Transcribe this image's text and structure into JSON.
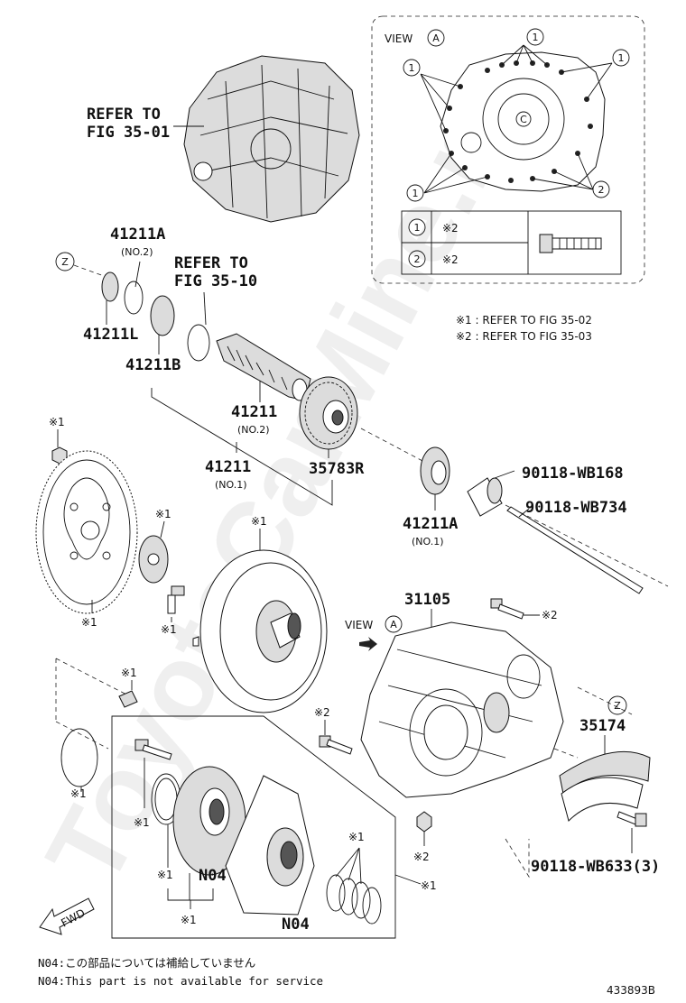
{
  "view_box": {
    "title": "VIEW",
    "letter": "A",
    "callouts": [
      "1",
      "1",
      "1",
      "1",
      "2"
    ],
    "table": [
      {
        "num": "1",
        "mark": "※2"
      },
      {
        "num": "2",
        "mark": "※2"
      }
    ]
  },
  "refer_notes": {
    "fig_35_01_line1": "REFER TO",
    "fig_35_01_line2": "FIG 35-01",
    "fig_35_10_line1": "REFER TO",
    "fig_35_10_line2": "FIG 35-10"
  },
  "references": [
    "※1 : REFER TO FIG 35-02",
    "※2 : REFER TO FIG 35-03"
  ],
  "parts": {
    "p41211A_top": "41211A",
    "p41211A_top_sub": "(NO.2)",
    "p41211L": "41211L",
    "p41211B": "41211B",
    "p41211_no2": "41211",
    "p41211_no2_sub": "(NO.2)",
    "p41211_no1": "41211",
    "p41211_no1_sub": "(NO.1)",
    "p35783R": "35783R",
    "p41211A_no1": "41211A",
    "p41211A_no1_sub": "(NO.1)",
    "p90118_WB168": "90118-WB168",
    "p90118_WB734": "90118-WB734",
    "p31105": "31105",
    "p35174": "35174",
    "p90118_WB633": "90118-WB633(3)",
    "pN04_a": "N04",
    "pN04_b": "N04"
  },
  "marks": {
    "m1": "※1",
    "m2": "※2",
    "z": "Z",
    "a": "A",
    "view": "VIEW",
    "fwd": "FWD"
  },
  "footer": {
    "line_jp": "N04:この部品については補給していません",
    "line_en": "N04:This part is not available for service",
    "code": "433893B"
  },
  "watermark": "ToyotaCarMine.ru"
}
